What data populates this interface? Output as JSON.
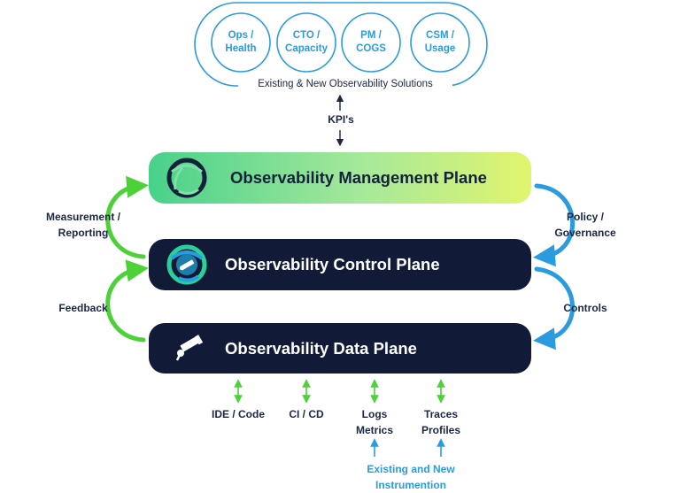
{
  "solutions": {
    "items": [
      "Ops /\nHealth",
      "CTO /\nCapacity",
      "PM /\nCOGS",
      "CSM /\nUsage"
    ],
    "caption": "Existing & New Observability Solutions"
  },
  "kpi_label": "KPI's",
  "planes": {
    "management": "Observability Management Plane",
    "control": "Observability Control Plane",
    "data": "Observability Data Plane"
  },
  "left_loops": {
    "upper": "Measurement /\nReporting",
    "lower": "Feedback"
  },
  "right_loops": {
    "upper": "Policy /\nGovernance",
    "lower": "Controls"
  },
  "data_sources": [
    "IDE / Code",
    "CI / CD",
    "Logs\nMetrics",
    "Traces\nProfiles"
  ],
  "instrumentation_label": "Existing and New\nInstrumention",
  "colors": {
    "blue": "#2b9be0",
    "green": "#4cd137",
    "navy": "#111b38",
    "text": "#1a2744"
  }
}
